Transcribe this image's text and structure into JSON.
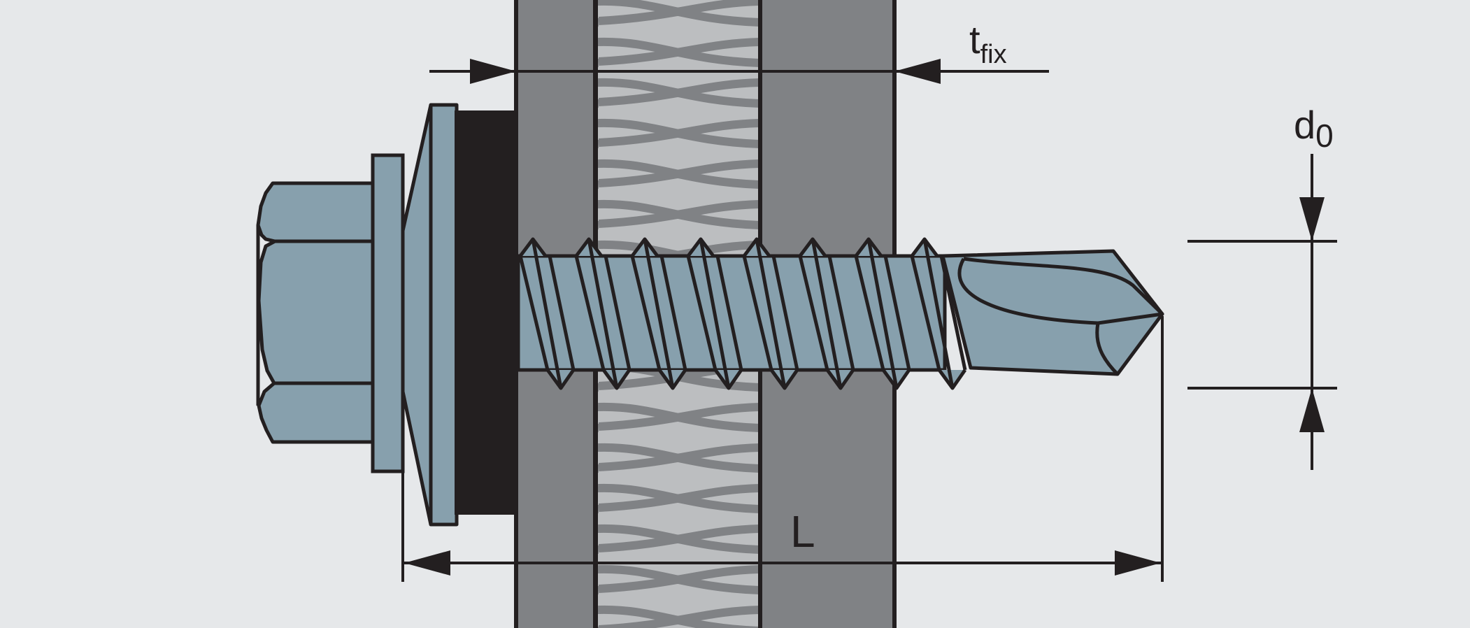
{
  "labels": {
    "t_fix_main": "t",
    "t_fix_sub": "fix",
    "d0_main": "d",
    "d0_sub": "0",
    "length": "L"
  },
  "colors": {
    "background": "#e6e8ea",
    "steel": "#87a0ad",
    "panel": "#808285",
    "insulation": "#bcbec0",
    "washer_seal": "#231f20",
    "line": "#231f20"
  },
  "icons": [
    "self-drilling-screw",
    "dimension-arrow"
  ]
}
